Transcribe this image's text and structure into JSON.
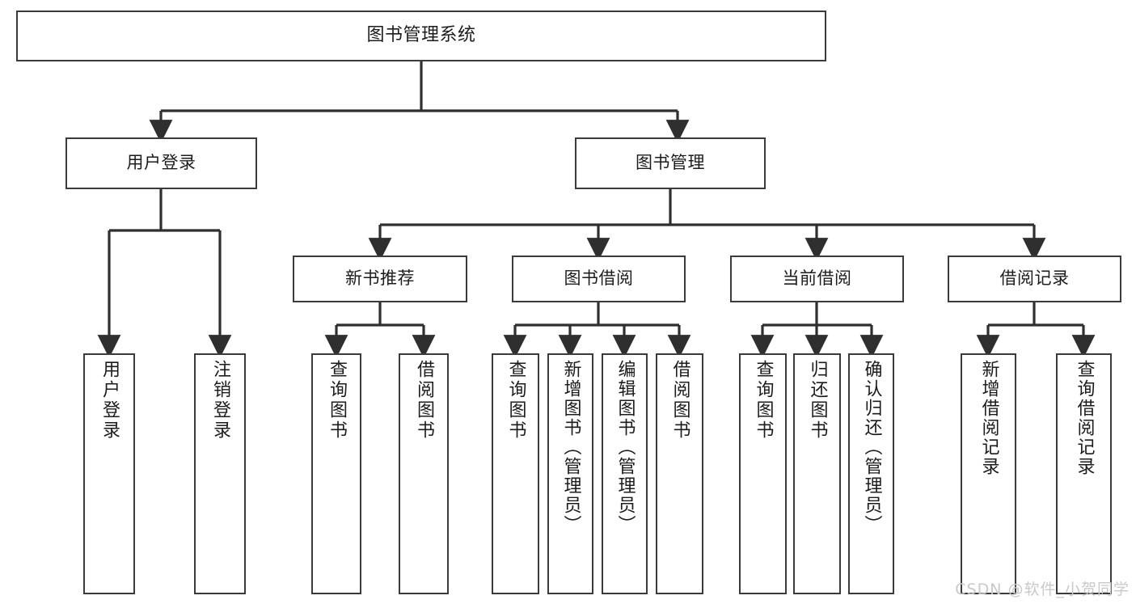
{
  "diagram": {
    "title": "图书管理系统",
    "type": "tree",
    "watermark": "CSDN @软件_小贺同学",
    "colors": {
      "box_border": "#3b3b3b",
      "box_fill": "#ffffff",
      "edge": "#2f2f2f",
      "text": "#1c1c1c",
      "watermark": "#c9c9c9",
      "background": "#ffffff"
    },
    "nodes": {
      "root": {
        "label": "图书管理系统"
      },
      "level2": [
        {
          "id": "user-login",
          "label": "用户登录"
        },
        {
          "id": "book-manage",
          "label": "图书管理"
        }
      ],
      "level3": [
        {
          "id": "new-book-recommend",
          "label": "新书推荐"
        },
        {
          "id": "book-borrow",
          "label": "图书借阅"
        },
        {
          "id": "current-borrow",
          "label": "当前借阅"
        },
        {
          "id": "borrow-record",
          "label": "借阅记录"
        }
      ],
      "leaves": {
        "user-login": [
          {
            "id": "leaf-user-login",
            "label": "用户登录"
          },
          {
            "id": "leaf-user-logout",
            "label": "注销登录"
          }
        ],
        "new-book-recommend": [
          {
            "id": "leaf-query-book-1",
            "label": "查询图书"
          },
          {
            "id": "leaf-borrow-book-1",
            "label": "借阅图书"
          }
        ],
        "book-borrow": [
          {
            "id": "leaf-query-book-2",
            "label": "查询图书"
          },
          {
            "id": "leaf-add-book",
            "label": "新增图书（管理员）"
          },
          {
            "id": "leaf-edit-book",
            "label": "编辑图书（管理员）"
          },
          {
            "id": "leaf-borrow-book-2",
            "label": "借阅图书"
          }
        ],
        "current-borrow": [
          {
            "id": "leaf-query-book-3",
            "label": "查询图书"
          },
          {
            "id": "leaf-return-book",
            "label": "归还图书"
          },
          {
            "id": "leaf-confirm-return",
            "label": "确认归还（管理员）"
          }
        ],
        "borrow-record": [
          {
            "id": "leaf-add-record",
            "label": "新增借阅记录"
          },
          {
            "id": "leaf-query-record",
            "label": "查询借阅记录"
          }
        ]
      }
    }
  }
}
